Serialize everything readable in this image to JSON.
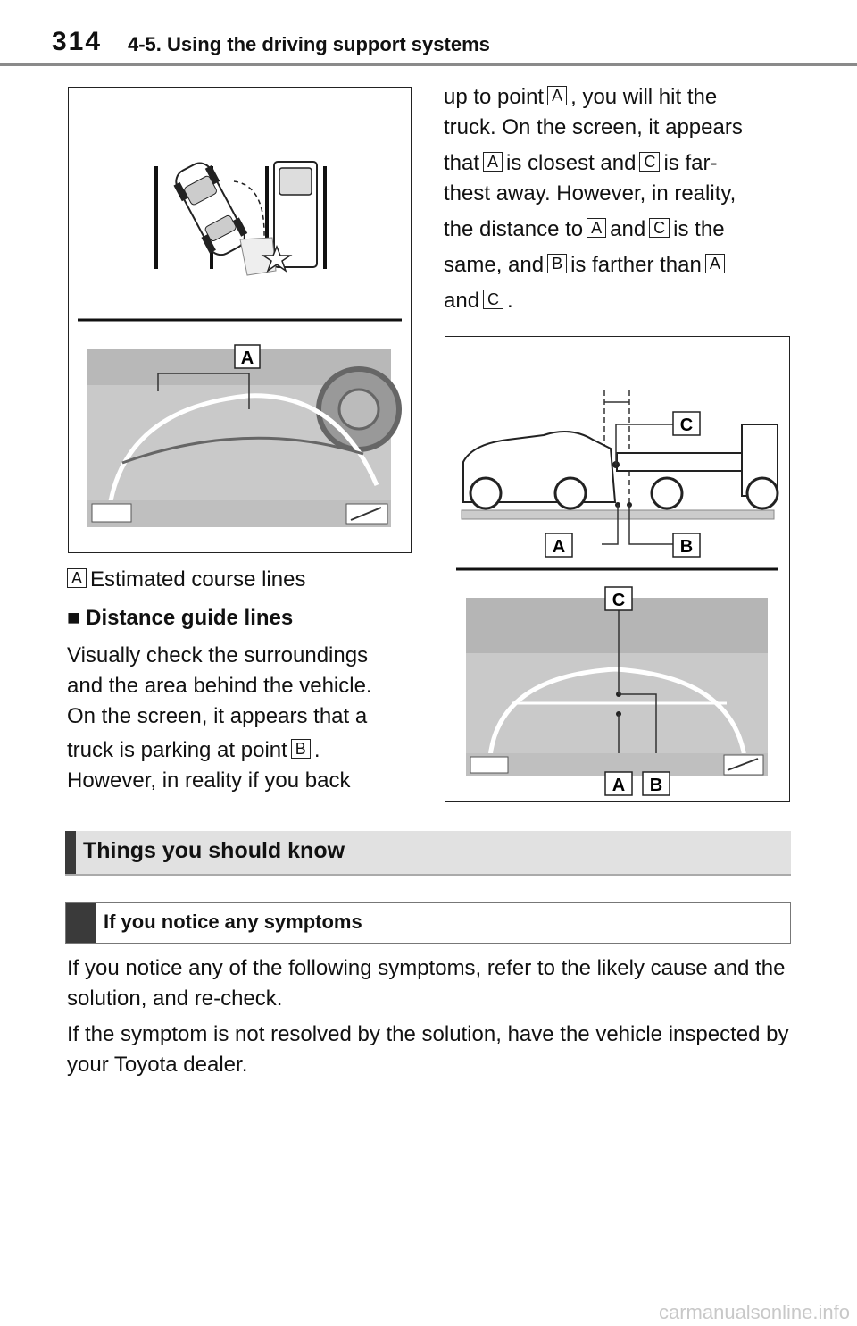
{
  "header": {
    "page_number": "314",
    "section_title": "4-5. Using the driving support systems"
  },
  "figure1": {
    "label_a": "A"
  },
  "figure2": {
    "label_a": "A",
    "label_b": "B",
    "label_c": "C"
  },
  "caption": {
    "marker": "A",
    "text": "Estimated course lines"
  },
  "distance_heading": {
    "bullet": "■",
    "text": "Distance guide lines"
  },
  "left_para": {
    "line1": "Visually check the surroundings",
    "line2": "and the area behind the vehicle.",
    "line3": "On the screen, it appears that a",
    "line4a": "truck is parking at point",
    "line4box": "B",
    "line4b": ".",
    "line5": "However, in reality if you back"
  },
  "right_para": {
    "l1a": "up to point",
    "l1box": "A",
    "l1b": ", you will hit the",
    "l2": "truck. On the screen, it appears",
    "l3a": "that",
    "l3box1": "A",
    "l3b": "is closest and",
    "l3box2": "C",
    "l3c": "is far-",
    "l4": "thest away. However, in reality,",
    "l5a": "the distance to",
    "l5box1": "A",
    "l5b": "and",
    "l5box2": "C",
    "l5c": "is the",
    "l6a": "same, and",
    "l6box1": "B",
    "l6b": "is farther than",
    "l6box2": "A",
    "l7a": "and",
    "l7box": "C",
    "l7b": "."
  },
  "things_section": {
    "title": "Things you should know"
  },
  "symptoms_section": {
    "title": "If you notice any symptoms"
  },
  "body": {
    "p1": "If you notice any of the following symptoms, refer to the likely cause and the solution, and re-check.",
    "p2": "If the symptom is not resolved by the solution, have the vehicle inspected by your Toyota dealer."
  },
  "footer": {
    "watermark": "carmanualsonline.info"
  }
}
